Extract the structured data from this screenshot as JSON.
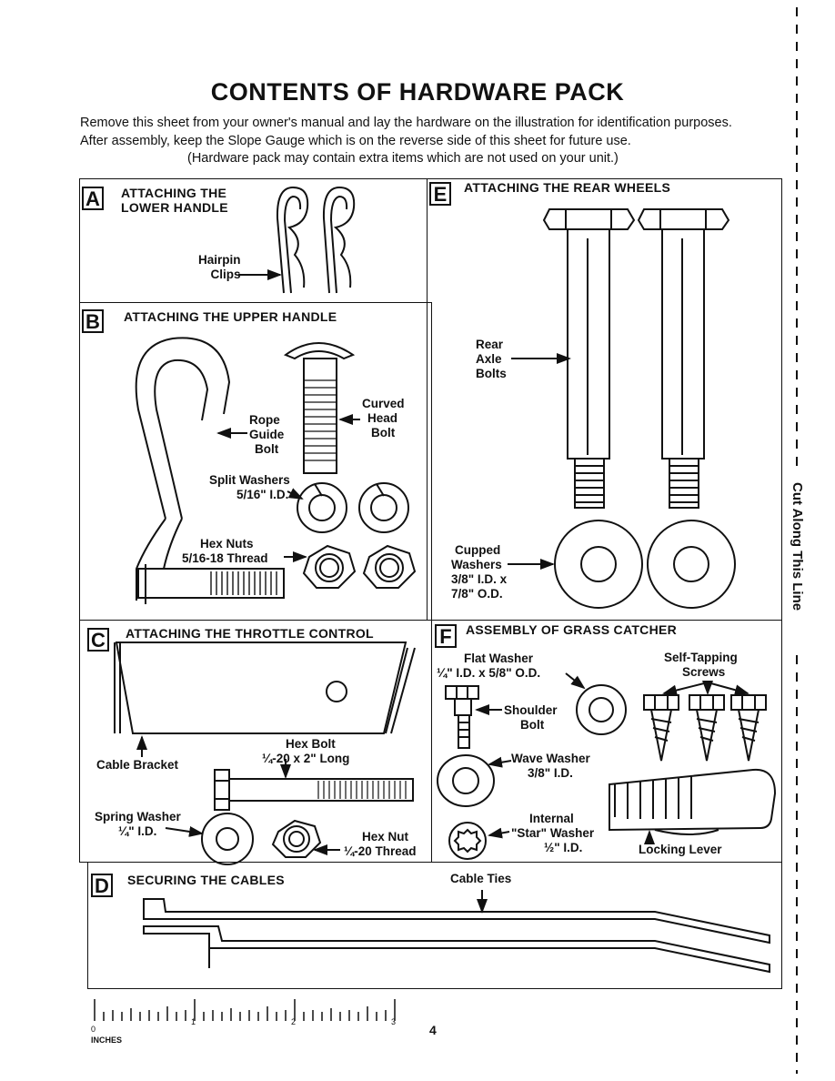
{
  "page": {
    "title": "CONTENTS OF HARDWARE PACK",
    "intro_line1": "Remove this sheet from your owner's manual and lay the hardware on the illustration for identification purposes.",
    "intro_line2": "After assembly, keep the Slope Gauge which is on the reverse side of this sheet for future use.",
    "intro_line3": "(Hardware pack may contain extra items which are not used on your unit.)",
    "page_number": "4",
    "cut_line_text": "Cut Along This Line"
  },
  "sections": {
    "A": {
      "letter": "A",
      "title_l1": "ATTACHING THE",
      "title_l2": "LOWER HANDLE",
      "labels": {
        "hairpin_l1": "Hairpin",
        "hairpin_l2": "Clips"
      }
    },
    "B": {
      "letter": "B",
      "title": "ATTACHING THE UPPER HANDLE",
      "labels": {
        "rope_l1": "Rope",
        "rope_l2": "Guide",
        "rope_l3": "Bolt",
        "curved_l1": "Curved",
        "curved_l2": "Head",
        "curved_l3": "Bolt",
        "split_l1": "Split Washers",
        "split_l2": "5/16\" I.D.",
        "nuts_l1": "Hex Nuts",
        "nuts_l2": "5/16-18 Thread"
      }
    },
    "C": {
      "letter": "C",
      "title": "ATTACHING THE THROTTLE CONTROL",
      "labels": {
        "bracket": "Cable Bracket",
        "hexbolt_l1": "Hex Bolt",
        "hexbolt_l2": "¼-20 x 2\" Long",
        "spring_l1": "Spring Washer",
        "spring_l2": "¼\" I.D.",
        "hexnut_l1": "Hex Nut",
        "hexnut_l2": "¼-20 Thread"
      }
    },
    "D": {
      "letter": "D",
      "title": "SECURING THE CABLES",
      "labels": {
        "cable_ties": "Cable Ties"
      }
    },
    "E": {
      "letter": "E",
      "title": "ATTACHING THE REAR WHEELS",
      "labels": {
        "axle_l1": "Rear",
        "axle_l2": "Axle",
        "axle_l3": "Bolts",
        "cupped_l1": "Cupped",
        "cupped_l2": "Washers",
        "cupped_l3": "3/8\" I.D. x",
        "cupped_l4": "7/8\" O.D."
      }
    },
    "F": {
      "letter": "F",
      "title": "ASSEMBLY OF GRASS CATCHER",
      "labels": {
        "flat_l1": "Flat Washer",
        "flat_l2": "¼\" I.D. x 5/8\" O.D.",
        "screws_l1": "Self-Tapping",
        "screws_l2": "Screws",
        "shoulder_l1": "Shoulder",
        "shoulder_l2": "Bolt",
        "wave_l1": "Wave Washer",
        "wave_l2": "3/8\" I.D.",
        "star_l1": "Internal",
        "star_l2": "\"Star\" Washer",
        "star_l3": "½\" I.D.",
        "locking": "Locking Lever"
      }
    }
  },
  "ruler": {
    "unit": "INCHES",
    "marks": [
      "0",
      "1",
      "2",
      "3"
    ]
  }
}
